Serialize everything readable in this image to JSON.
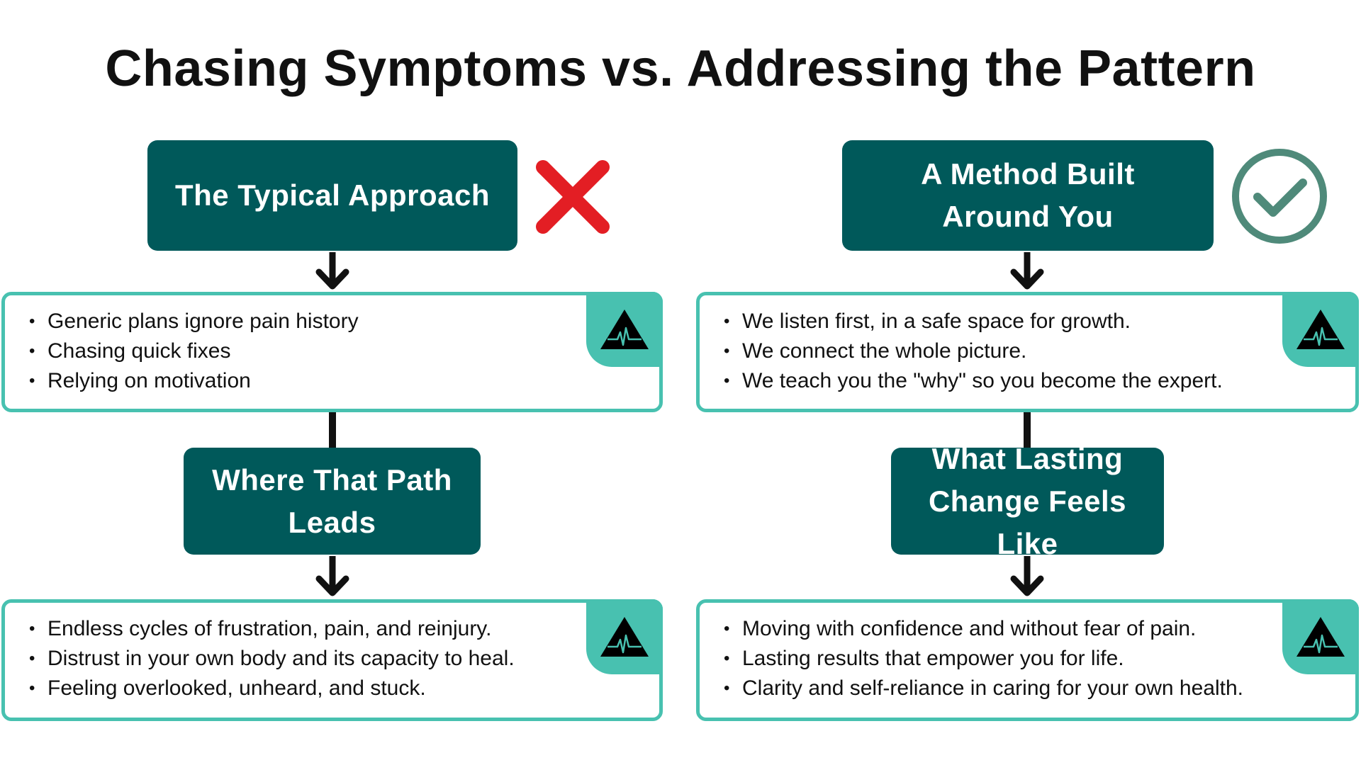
{
  "title": "Chasing Symptoms vs. Addressing the Pattern",
  "left": {
    "header_line1": "The Typical Approach",
    "header_line2": "",
    "bullets_top": [
      "Generic plans ignore pain history",
      "Chasing quick fixes",
      "Relying on motivation"
    ],
    "mid_header_line1": "Where That Path",
    "mid_header_line2": "Leads",
    "bullets_bottom": [
      "Endless cycles of frustration, pain, and reinjury.",
      "Distrust in your own body and its capacity to heal.",
      "Feeling overlooked, unheard, and stuck."
    ],
    "status_icon": "x-mark-icon"
  },
  "right": {
    "header_line1": "A Method Built",
    "header_line2": "Around You",
    "bullets_top": [
      "We listen first, in a safe space for growth.",
      "We connect the whole picture.",
      "We teach you the \"why\" so you become the expert."
    ],
    "mid_header_line1": "What Lasting",
    "mid_header_line2": "Change Feels Like",
    "bullets_bottom": [
      "Moving with confidence and without fear of pain.",
      "Lasting results that empower you for life.",
      "Clarity and self-reliance in caring for your own health."
    ],
    "status_icon": "check-circle-icon"
  },
  "icons": {
    "tab_icon": "mountain-heartbeat-icon",
    "arrow_icon": "arrow-down-icon"
  },
  "colors": {
    "dark_teal": "#00595a",
    "light_teal": "#48c1b0",
    "cross_red": "#e31e24",
    "check_green": "#4f8a7a",
    "text": "#111111"
  }
}
